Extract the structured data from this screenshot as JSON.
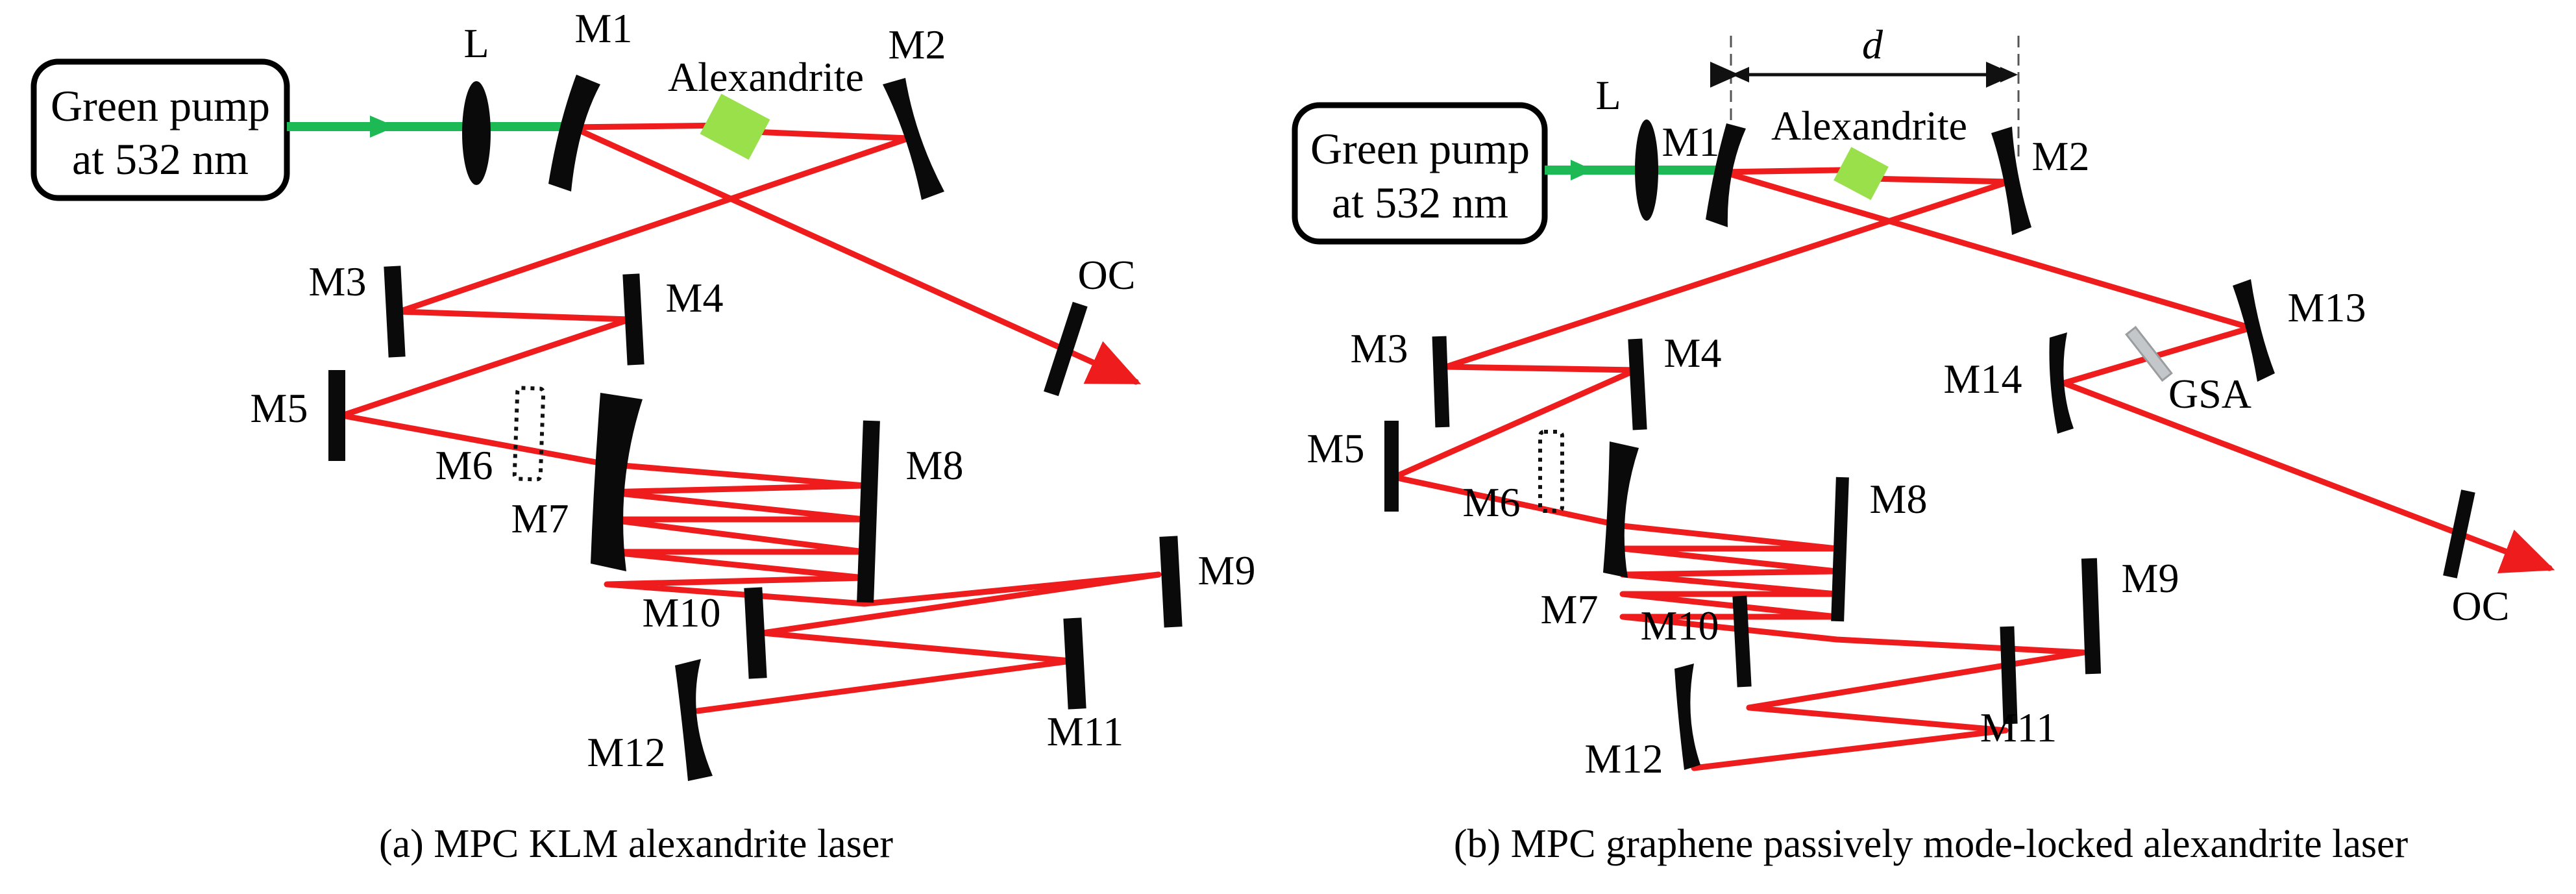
{
  "colors": {
    "cavity_beam": "#ee1c1c",
    "pump_beam": "#1db954",
    "crystal": "#99e04a",
    "mirror": "#0a0a0a",
    "gsa": "#c4c7c9"
  },
  "panels": [
    {
      "id": "a",
      "caption": "(a) MPC KLM alexandrite laser",
      "pump_box": {
        "line1": "Green pump",
        "line2": "at 532 nm"
      },
      "crystal_label": "Alexandrite",
      "labels": {
        "L": "L",
        "M1": "M1",
        "M2": "M2",
        "M3": "M3",
        "M4": "M4",
        "M5": "M5",
        "M6": "M6",
        "M7": "M7",
        "M8": "M8",
        "M9": "M9",
        "M10": "M10",
        "M11": "M11",
        "M12": "M12",
        "OC": "OC"
      }
    },
    {
      "id": "b",
      "caption": "(b) MPC graphene passively mode-locked alexandrite laser",
      "pump_box": {
        "line1": "Green pump",
        "line2": "at 532 nm"
      },
      "crystal_label": "Alexandrite",
      "dimension_label": "d",
      "labels": {
        "L": "L",
        "M1": "M1",
        "M2": "M2",
        "M3": "M3",
        "M4": "M4",
        "M5": "M5",
        "M6": "M6",
        "M7": "M7",
        "M8": "M8",
        "M9": "M9",
        "M10": "M10",
        "M11": "M11",
        "M12": "M12",
        "M13": "M13",
        "M14": "M14",
        "GSA": "GSA",
        "OC": "OC"
      }
    }
  ]
}
